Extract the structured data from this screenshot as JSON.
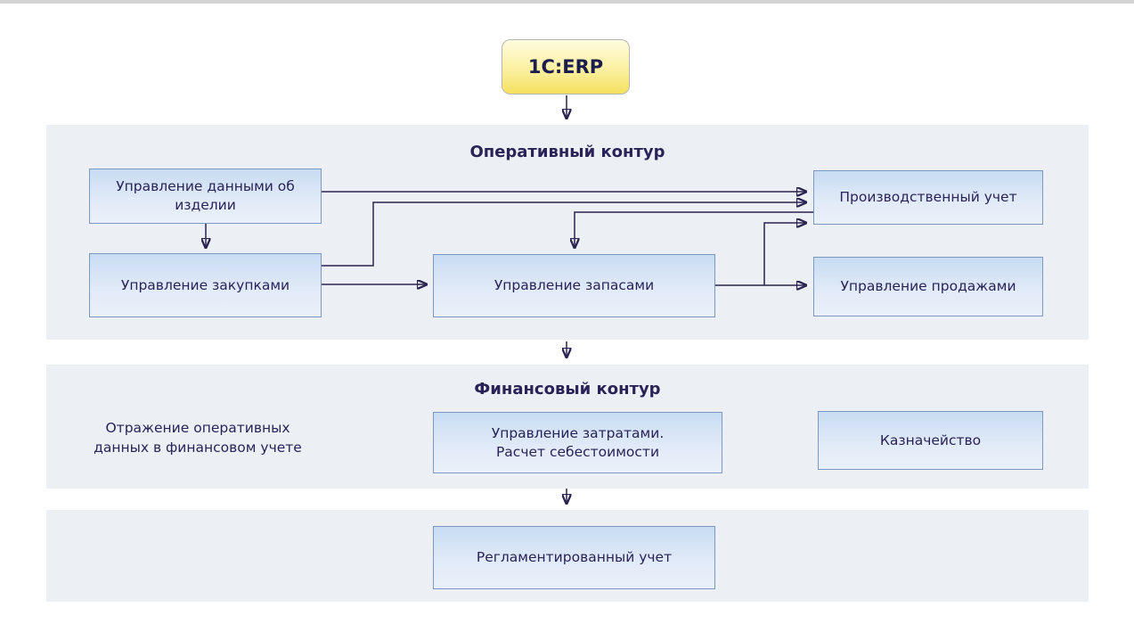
{
  "diagram": {
    "root": {
      "label": "1С:ERP"
    },
    "sections": [
      {
        "title": "Оперативный контур",
        "boxes": [
          {
            "label": "Управление данными об\nизделии"
          },
          {
            "label": "Производственный учет"
          },
          {
            "label": "Управление закупками"
          },
          {
            "label": "Управление запасами"
          },
          {
            "label": "Управление продажами"
          }
        ]
      },
      {
        "title": "Финансовый контур",
        "note": "Отражение оперативных\nданных в финансовом учете",
        "boxes": [
          {
            "label": "Управление затратами.\nРасчет себестоимости"
          },
          {
            "label": "Казначейство"
          }
        ]
      },
      {
        "boxes": [
          {
            "label": "Регламентированный учет"
          }
        ]
      }
    ],
    "connectors": [
      {
        "from": "1С:ERP",
        "to": "Оперативный контур"
      },
      {
        "from": "Управление данными об изделии",
        "to": "Производственный учет"
      },
      {
        "from": "Управление данными об изделии",
        "to": "Управление закупками"
      },
      {
        "from": "Управление закупками",
        "to": "Производственный учет"
      },
      {
        "from": "Производственный учет",
        "to": "Управление запасами"
      },
      {
        "from": "Управление закупками",
        "to": "Управление запасами"
      },
      {
        "from": "Управление запасами",
        "to": "Управление продажами"
      },
      {
        "from": "Управление запасами",
        "to": "Производственный учет"
      },
      {
        "from": "Оперативный контур",
        "to": "Финансовый контур"
      },
      {
        "from": "Управление затратами. Расчет себестоимости",
        "to": "Регламентированный учет"
      }
    ],
    "colors": {
      "section_background": "#eceff3",
      "box_border": "#7b99c0",
      "box_fill_top": "#c8dcf2",
      "box_fill_bottom": "#e9f0f9",
      "erp_fill_top": "#fffce0",
      "erp_fill_bottom": "#f5e15e",
      "erp_border": "#b5b5b5",
      "text": "#2a2357",
      "arrow": "#2b2350",
      "top_border": "#d4d4d4"
    }
  }
}
